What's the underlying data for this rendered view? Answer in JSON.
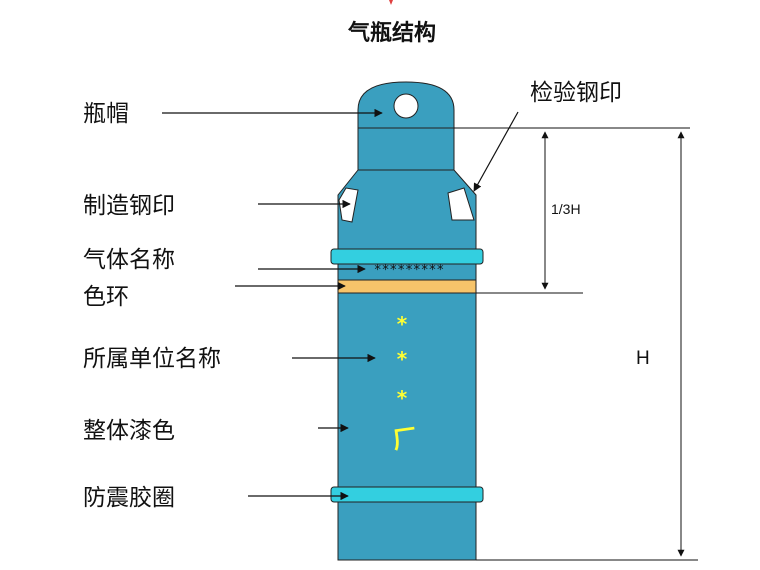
{
  "title": "气瓶结构",
  "labels": {
    "cap": "瓶帽",
    "inspection_stamp": "检验钢印",
    "manufacture_stamp": "制造钢印",
    "gas_name": "气体名称",
    "color_ring": "色环",
    "owner_name": "所属单位名称",
    "body_paint": "整体漆色",
    "rubber_ring": "防震胶圈"
  },
  "dimensions": {
    "third_height": "1/3H",
    "height": "H"
  },
  "marks": {
    "gas_name_stars": "*********",
    "owner_star": "*",
    "factory_char": "厂"
  },
  "colors": {
    "cylinder_body": "#3a9fbf",
    "color_ring": "#f7c46a",
    "rubber_ring": "#33cfe0",
    "stamp_area": "#ffffff",
    "owner_marks": "#ffff33",
    "title_accent": "#e04040"
  }
}
